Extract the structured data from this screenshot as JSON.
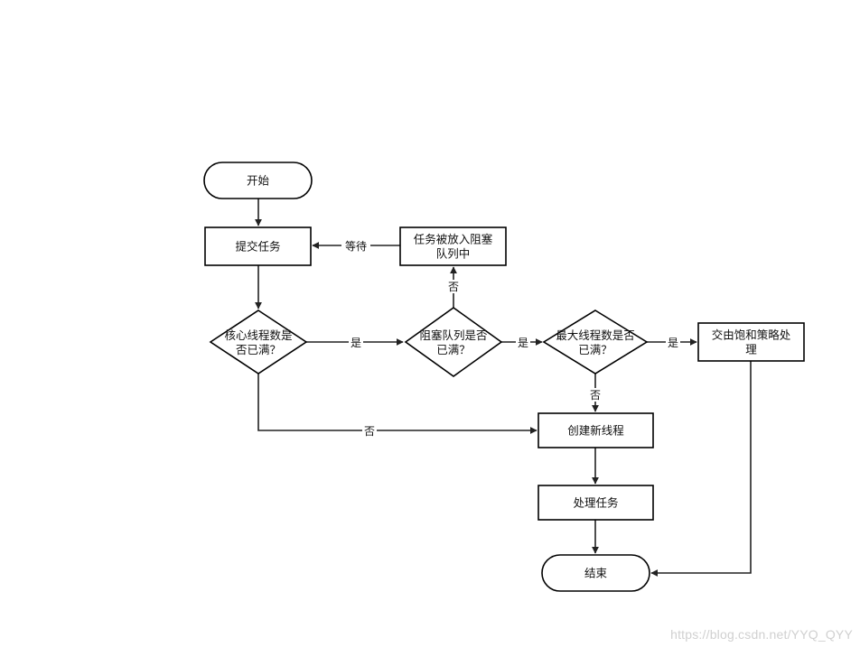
{
  "nodes": {
    "start": {
      "label": "开始"
    },
    "submit": {
      "label": "提交任务"
    },
    "queue_put": {
      "lines": [
        "任务被放入阻塞",
        "队列中"
      ]
    },
    "core_full": {
      "lines": [
        "核心线程数是",
        "否已满？"
      ]
    },
    "queue_full": {
      "lines": [
        "阻塞队列是否",
        "已满？"
      ]
    },
    "max_full": {
      "lines": [
        "最大线程数是否",
        "已满？"
      ]
    },
    "reject": {
      "lines": [
        "交由饱和策略处",
        "理"
      ]
    },
    "create_thread": {
      "label": "创建新线程"
    },
    "process": {
      "label": "处理任务"
    },
    "end": {
      "label": "结束"
    }
  },
  "edges": {
    "wait": "等待",
    "core_yes": "是",
    "core_no": "否",
    "queue_yes": "是",
    "queue_no": "否",
    "max_yes": "是",
    "max_no": "否"
  },
  "watermark": "https://blog.csdn.net/YYQ_QYY"
}
